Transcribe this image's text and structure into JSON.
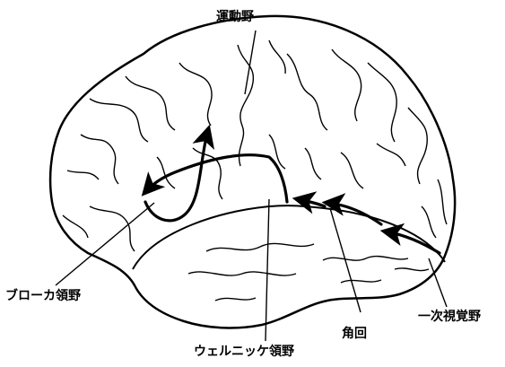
{
  "labels": {
    "motor_cortex": "運動野",
    "broca_area": "ブローカ領野",
    "angular_gyrus": "角回",
    "wernicke_area": "ウェルニッケ領野",
    "primary_visual_cortex": "一次視覚野"
  }
}
